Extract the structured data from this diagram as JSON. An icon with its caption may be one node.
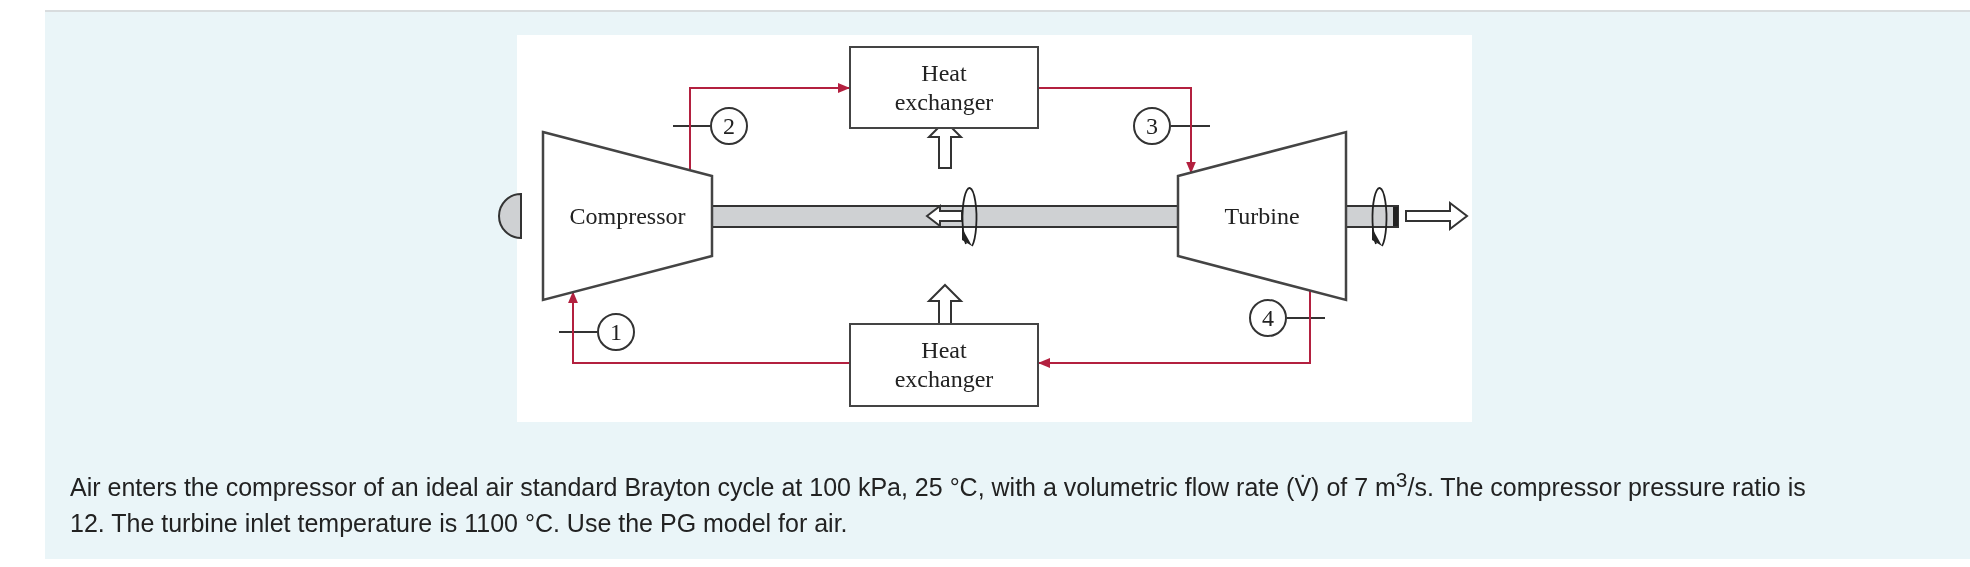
{
  "diagram": {
    "caption": "Air enters the compressor of an ideal air standard Brayton cycle at 100 kPa, 25 °C, with a volumetric flow rate (V̇) of 7 m$^{3}$/s. The compressor pressure ratio is 12. The turbine inlet temperature is 1100 °C. Use the PG model for air.",
    "nodes": [
      {
        "text": [
          "Compressor"
        ]
      },
      {
        "text": [
          "Heat exchanger"
        ]
      },
      {
        "text": [
          "Turbine"
        ]
      },
      {
        "text": [
          "Heat exchanger"
        ]
      }
    ],
    "edges": [
      {
        "from": 0,
        "to": 1,
        "arrow": "to"
      },
      {
        "from": 1,
        "to": 2,
        "arrow": "to"
      },
      {
        "from": 2,
        "to": 3,
        "arrow": "to"
      },
      {
        "from": 3,
        "to": 0,
        "arrow": "to"
      }
    ],
    "labels": [
      "2",
      "3",
      "1",
      "4"
    ]
  }
}
